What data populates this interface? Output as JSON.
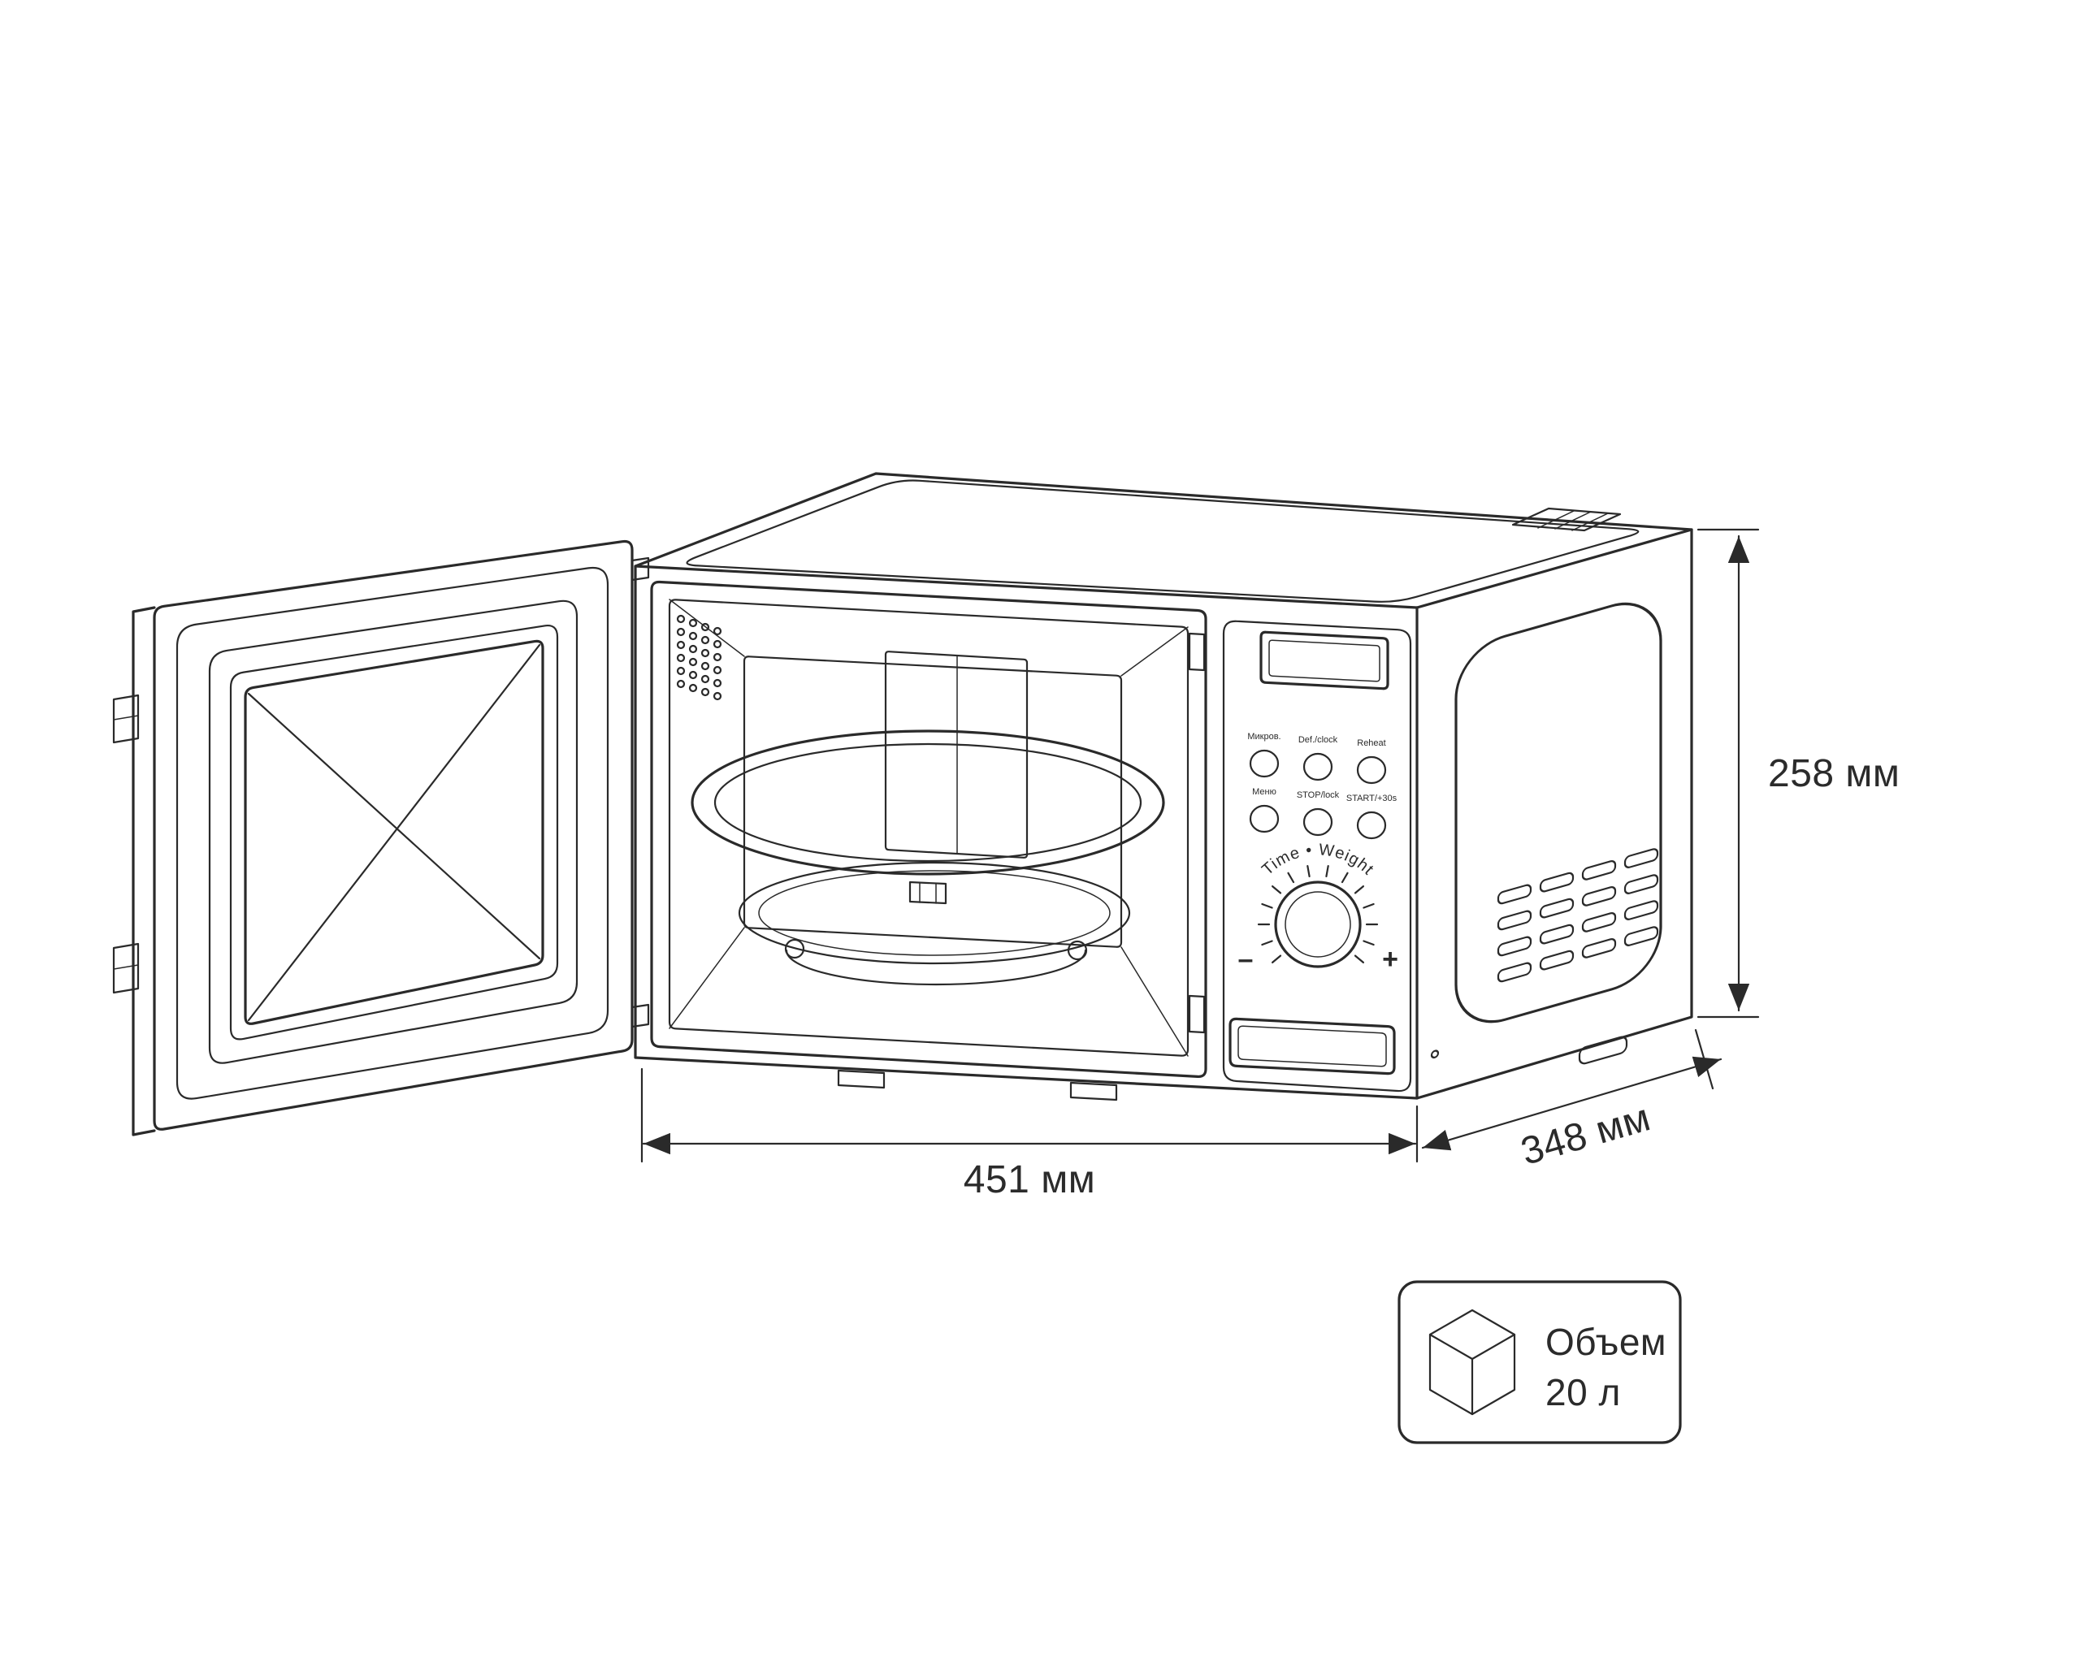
{
  "diagram": {
    "product": "microwave-oven-open-door",
    "dimensions": {
      "width": "451 мм",
      "depth": "348 мм",
      "height": "258 мм"
    },
    "volume": {
      "label": "Объем",
      "value": "20 л"
    },
    "control_panel": {
      "buttons": [
        {
          "label": "Микров."
        },
        {
          "label": "Def./clock"
        },
        {
          "label": "Reheat"
        },
        {
          "label": "Меню"
        },
        {
          "label": "STOP/lock"
        },
        {
          "label": "START/+30s"
        }
      ],
      "knob": {
        "label": "Time • Weight",
        "minus": "–",
        "plus": "+"
      }
    },
    "colors": {
      "line": "#2a2a2a",
      "background": "#ffffff"
    }
  }
}
